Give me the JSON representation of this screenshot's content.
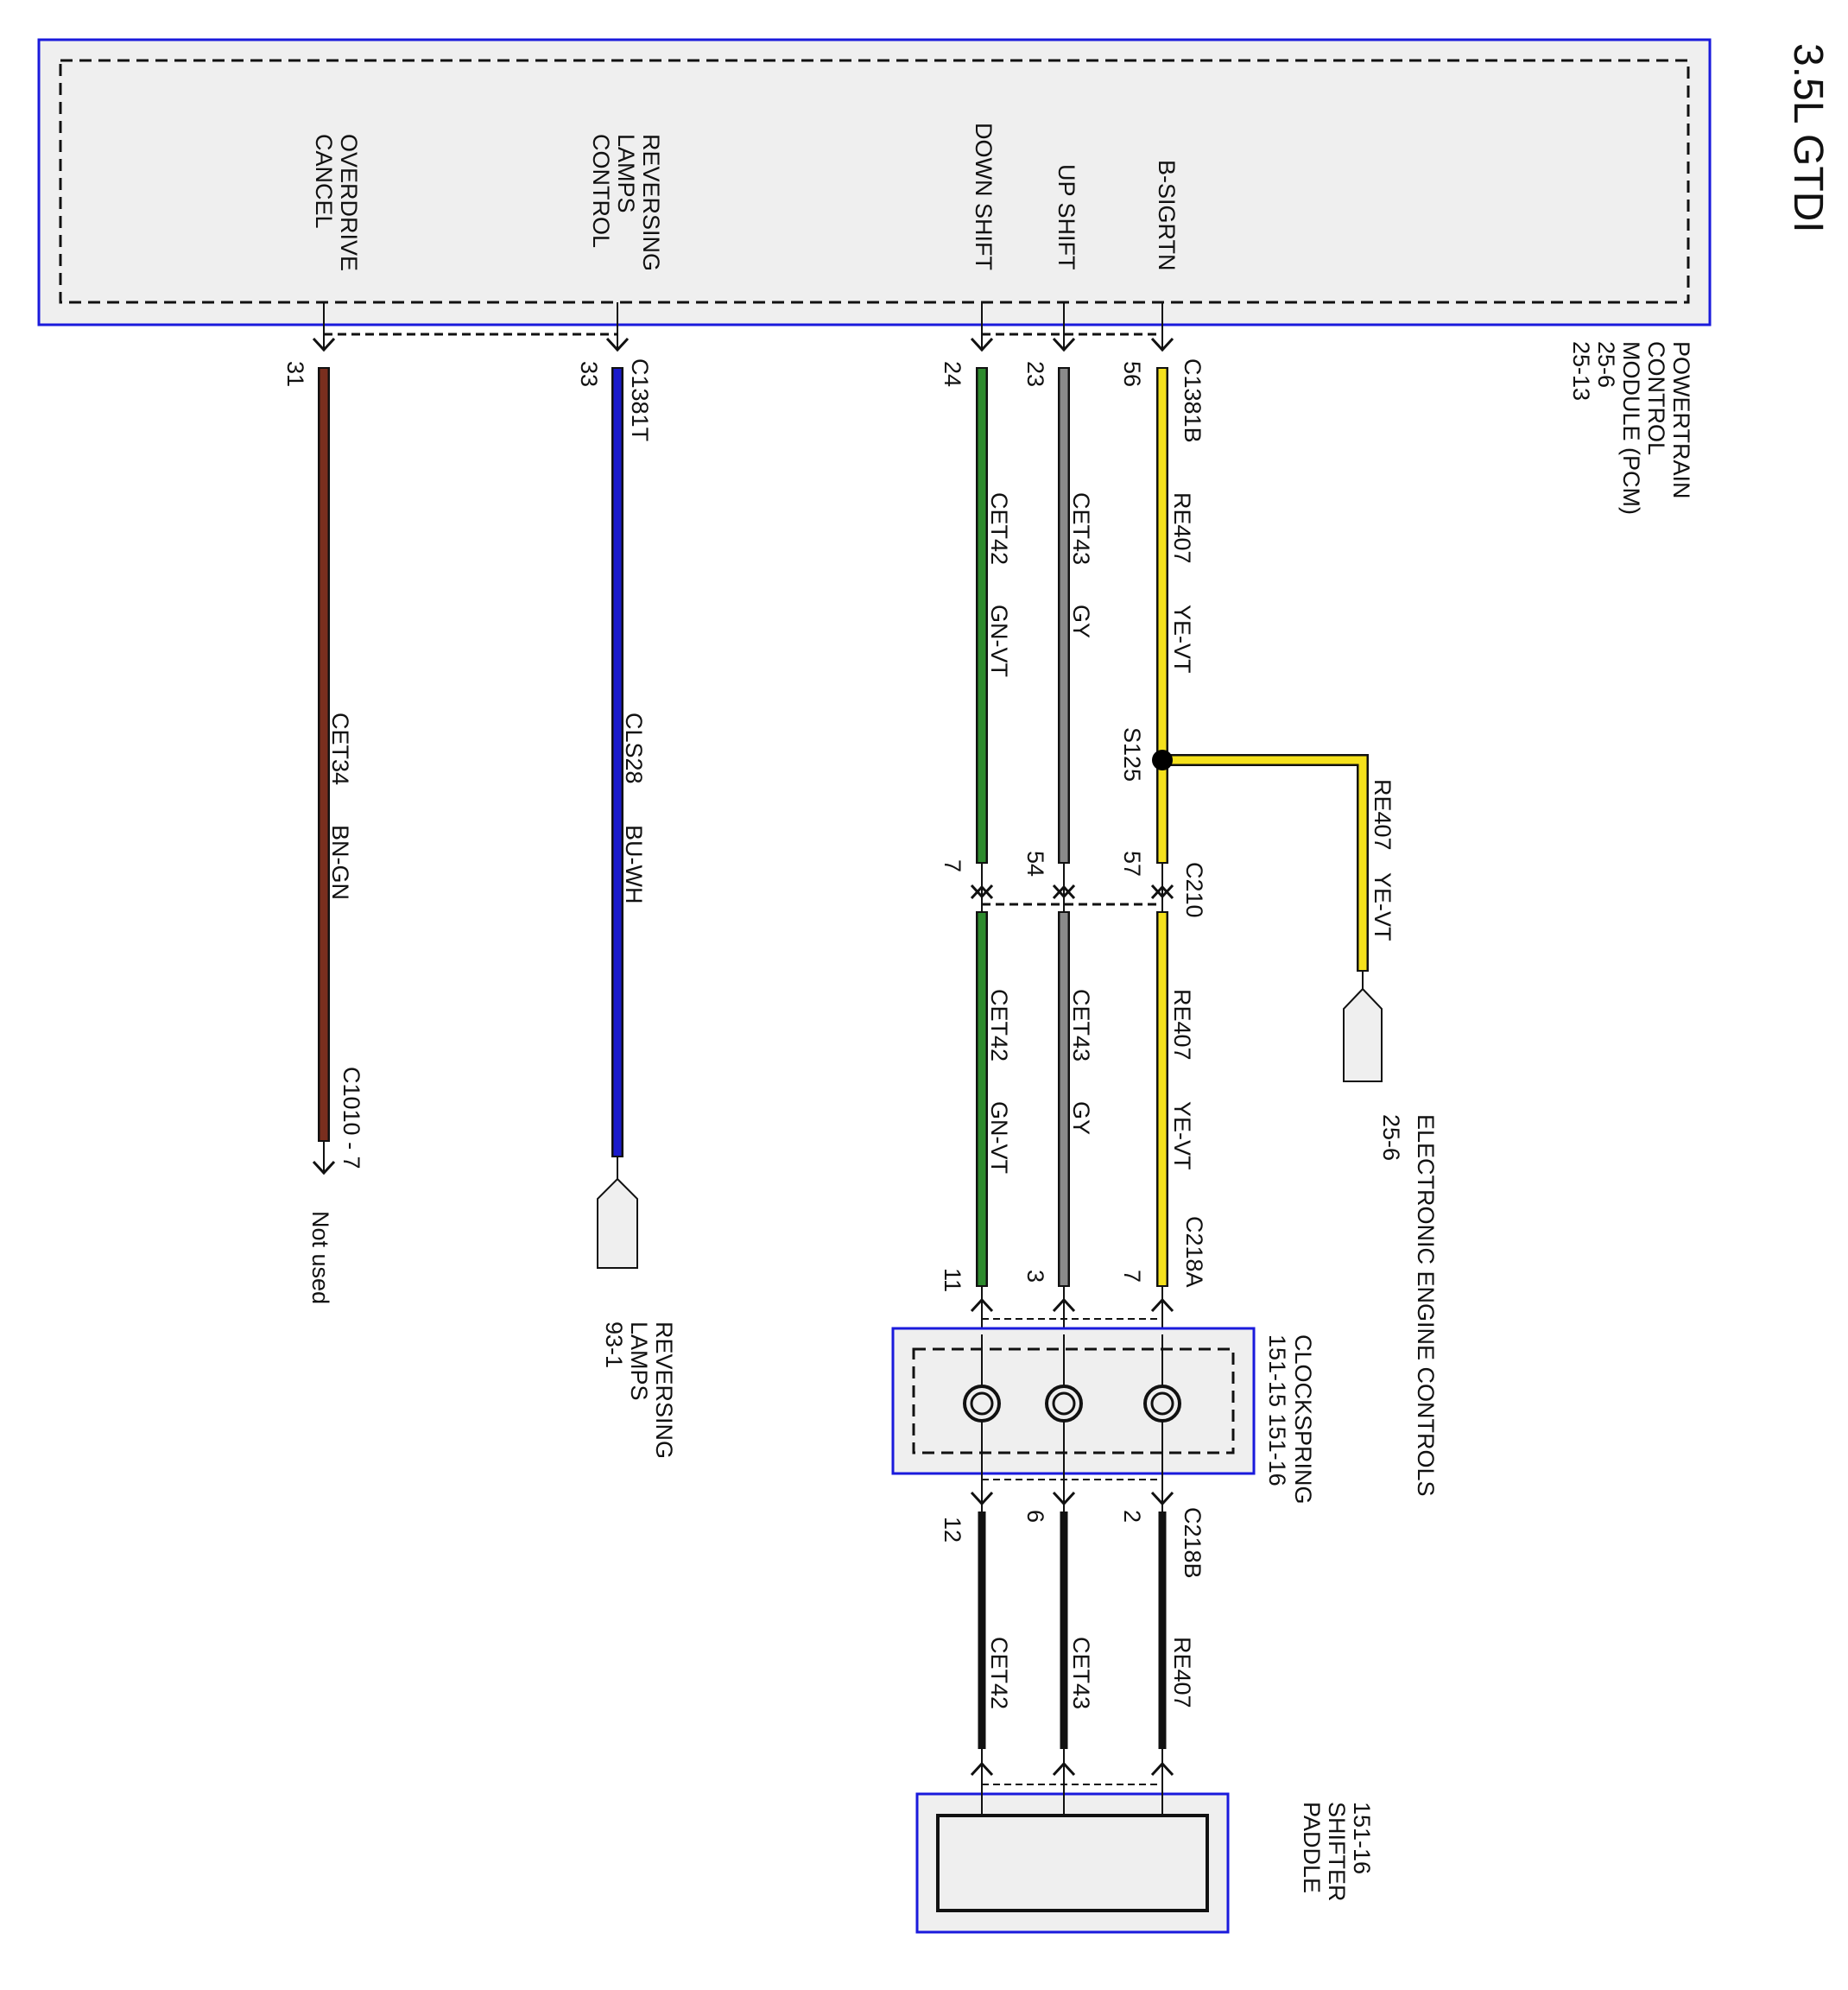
{
  "title": "3.5L GTDI",
  "colors": {
    "frame": "#1a1adc",
    "box_fill": "#efefef",
    "wire_yellow": "#f5e11c",
    "wire_gray": "#8a8a8a",
    "wire_green": "#2e8b2e",
    "wire_blue": "#1a1acc",
    "wire_brown": "#7a2e1e",
    "wire_black": "#111111"
  },
  "pcm": {
    "name_lines": [
      "POWERTRAIN",
      "CONTROL",
      "MODULE (PCM)",
      "25-6",
      "25-13"
    ],
    "connector_b": "C1381B",
    "connector_t": "C1381T",
    "pins": [
      {
        "label": [
          "OVERDRIVE",
          "CANCEL"
        ],
        "pin": "31"
      },
      {
        "label": [
          "REVERSING",
          "LAMPS",
          "CONTROL"
        ],
        "pin": "33"
      },
      {
        "label": [
          "DOWN SHIFT"
        ],
        "pin": "24"
      },
      {
        "label": [
          "UP SHIFT"
        ],
        "pin": "23"
      },
      {
        "label": [
          "B-SIGRTN"
        ],
        "pin": "56"
      }
    ]
  },
  "circuits": {
    "re407": {
      "circuit": "RE407",
      "color": "YE-VT"
    },
    "cet43": {
      "circuit": "CET43",
      "color": "GY"
    },
    "cet42": {
      "circuit": "CET42",
      "color": "GN-VT"
    },
    "cls28": {
      "circuit": "CLS28",
      "color": "BU-WH"
    },
    "cet34": {
      "circuit": "CET34",
      "color": "BN-GN"
    }
  },
  "splice": "S125",
  "c210": {
    "name": "C210",
    "pins": [
      "57",
      "54",
      "7"
    ]
  },
  "c218a": {
    "name": "C218A",
    "pins": [
      "7",
      "3",
      "11"
    ]
  },
  "c218b": {
    "name": "C218B",
    "pins": [
      "2",
      "6",
      "12"
    ]
  },
  "c1010": "C1010 - 7",
  "not_used": "Not used",
  "eec": {
    "name": "ELECTRONIC ENGINE CONTROLS",
    "page": "25-6"
  },
  "reversing_lamps": {
    "lines": [
      "REVERSING",
      "LAMPS",
      "93-1"
    ]
  },
  "clockspring": {
    "name": "CLOCKSPRING",
    "pages": "151-15   151-16"
  },
  "paddle_shifter": {
    "lines": [
      "PADDLE",
      "SHIFTER",
      "151-16"
    ]
  }
}
